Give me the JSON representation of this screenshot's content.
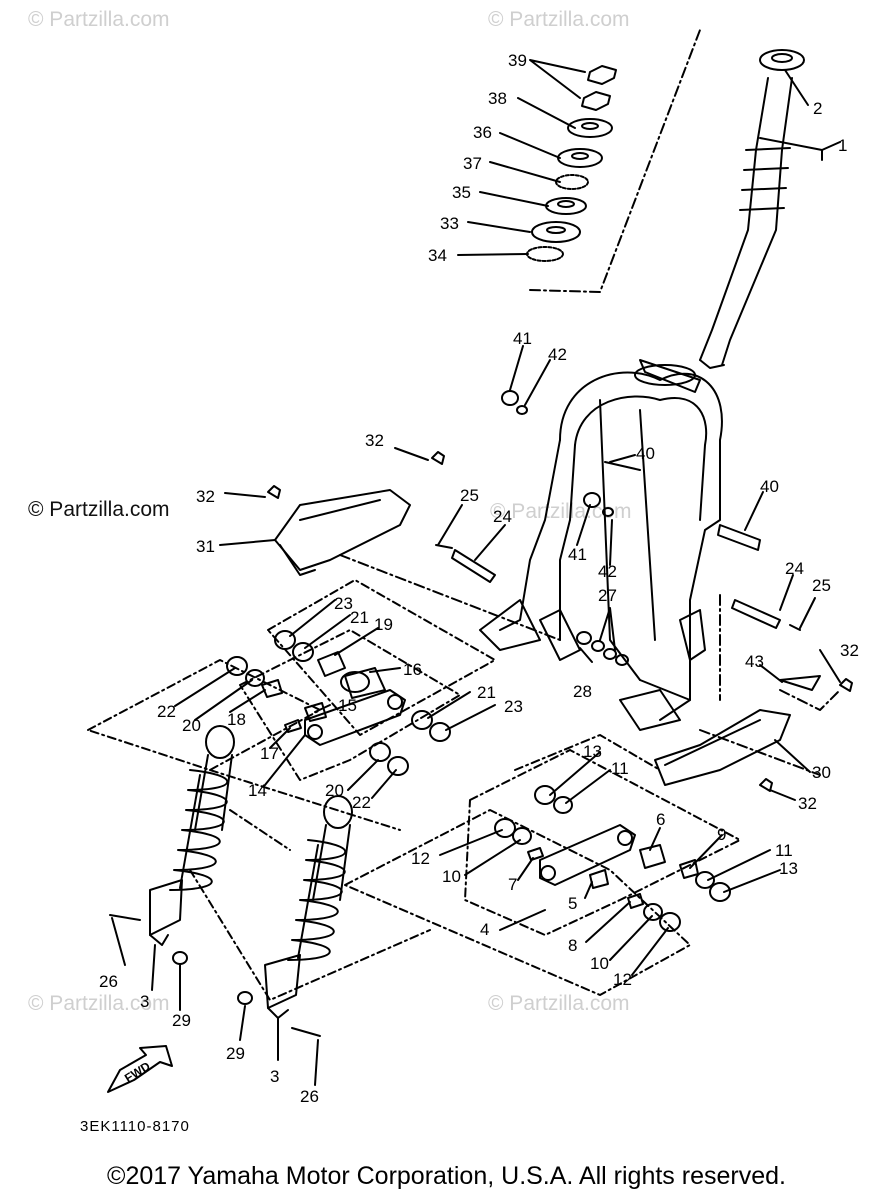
{
  "watermarks": {
    "top_left": "© Partzilla.com",
    "top_right": "© Partzilla.com",
    "middle_left": "© Partzilla.com",
    "middle_center": "© Partzilla.com",
    "bottom_left": "© Partzilla.com",
    "bottom_right": "© Partzilla.com"
  },
  "diagram_code": "3EK1110-8170",
  "fwd_label": "FWD",
  "copyright": "©2017 Yamaha Motor Corporation, U.S.A. All rights reserved.",
  "callouts": [
    "39",
    "38",
    "36",
    "37",
    "35",
    "33",
    "34",
    "2",
    "1",
    "41",
    "42",
    "32",
    "32",
    "31",
    "25",
    "24",
    "40",
    "40",
    "41",
    "42",
    "24",
    "25",
    "23",
    "21",
    "19",
    "16",
    "22",
    "20",
    "18",
    "15",
    "21",
    "23",
    "17",
    "14",
    "20",
    "22",
    "27",
    "28",
    "43",
    "32",
    "30",
    "32",
    "13",
    "11",
    "6",
    "9",
    "11",
    "13",
    "12",
    "10",
    "7",
    "5",
    "4",
    "8",
    "10",
    "12",
    "26",
    "3",
    "29",
    "29",
    "3",
    "26"
  ]
}
